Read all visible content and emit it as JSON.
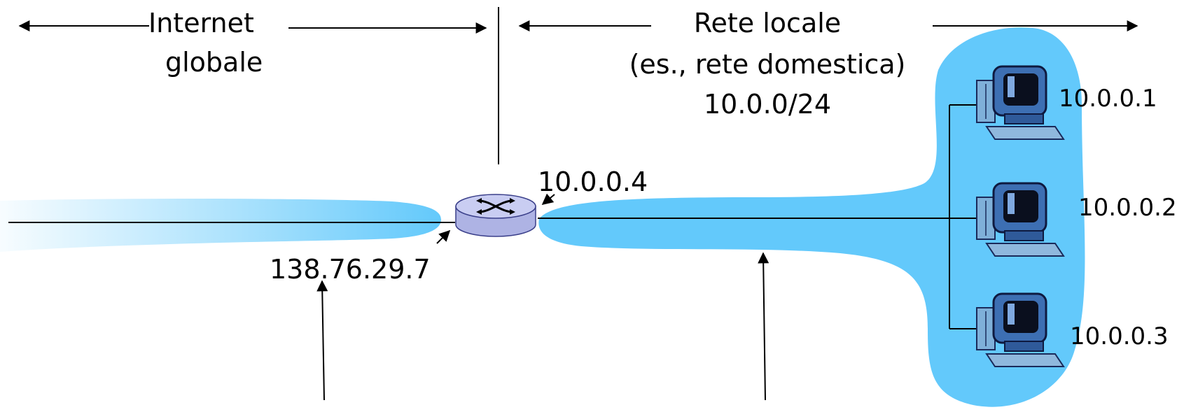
{
  "sections": {
    "internet": {
      "title": "Internet",
      "subtitle": "globale"
    },
    "local": {
      "title": "Rete locale",
      "subtitle": "(es., rete domestica)",
      "subnet": "10.0.0/24"
    }
  },
  "router": {
    "public_ip": "138.76.29.7",
    "lan_ip": "10.0.0.4"
  },
  "hosts": [
    {
      "ip": "10.0.0.1"
    },
    {
      "ip": "10.0.0.2"
    },
    {
      "ip": "10.0.0.3"
    }
  ],
  "colors": {
    "lan_blob": "#63c9fb",
    "router_body": "#c9cdf2",
    "line": "#000000"
  },
  "icons": {
    "router": "router-icon",
    "host": "desktop-computer-icon"
  }
}
